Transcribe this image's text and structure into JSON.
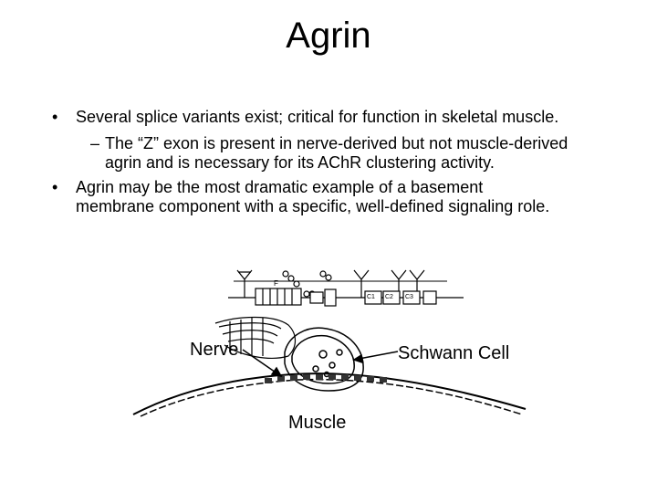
{
  "slide": {
    "title": "Agrin",
    "bullets": [
      {
        "bullet": "•",
        "text_line1": "Several splice variants exist; critical for function in skeletal muscle.",
        "sub": {
          "dash": "–",
          "line1": "The “Z” exon is present in nerve-derived but not muscle-derived",
          "line2": "agrin and is necessary for its AChR clustering activity."
        }
      },
      {
        "bullet": "•",
        "text_line1": "Agrin may be the most  dramatic example of a basement",
        "text_line2": "membrane component with a specific, well-defined signaling role."
      }
    ]
  },
  "diagram": {
    "labels": {
      "nerve": "Nerve",
      "schwann": "Schwann Cell",
      "muscle": "Muscle"
    },
    "domain_labels": [
      "F",
      "C1",
      "C2",
      "C3"
    ]
  }
}
